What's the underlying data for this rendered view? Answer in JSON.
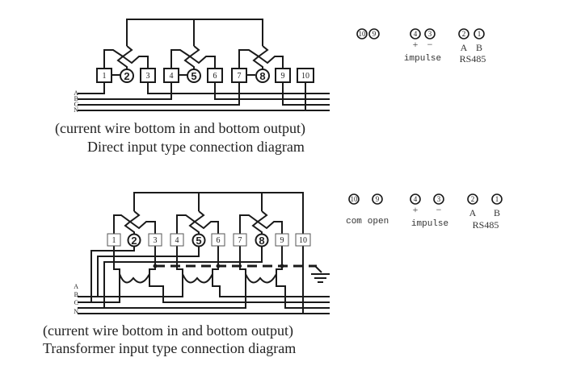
{
  "diagrams": [
    {
      "id": "direct",
      "terminals": [
        "1",
        "2",
        "3",
        "4",
        "5",
        "6",
        "7",
        "8",
        "9",
        "10"
      ],
      "phases": [
        "A",
        "B",
        "C",
        "N"
      ],
      "aux": {
        "pair1": [
          "10",
          "9"
        ],
        "impulse": {
          "terminals": [
            "4",
            "3"
          ],
          "signs": [
            "+",
            "−"
          ],
          "label": "impulse"
        },
        "rs485": {
          "terminals": [
            "2",
            "1"
          ],
          "letters": [
            "A",
            "B"
          ],
          "label": "RS485"
        }
      },
      "caption_line1": "(current wire bottom in and bottom output)",
      "caption_line2": "Direct input type connection diagram"
    },
    {
      "id": "transformer",
      "terminals": [
        "1",
        "2",
        "3",
        "4",
        "5",
        "6",
        "7",
        "8",
        "9",
        "10"
      ],
      "phases": [
        "A",
        "B",
        "C",
        "N"
      ],
      "aux": {
        "pair1": [
          "10",
          "9"
        ],
        "pair1_labels": [
          "com",
          "open"
        ],
        "impulse": {
          "terminals": [
            "4",
            "3"
          ],
          "signs": [
            "+",
            "−"
          ],
          "label": "impulse"
        },
        "rs485": {
          "terminals": [
            "2",
            "1"
          ],
          "letters": [
            "A",
            "B"
          ],
          "label": "RS485"
        }
      },
      "caption_line1": "(current wire bottom in and bottom output)",
      "caption_line2": "Transformer input type connection diagram"
    }
  ]
}
